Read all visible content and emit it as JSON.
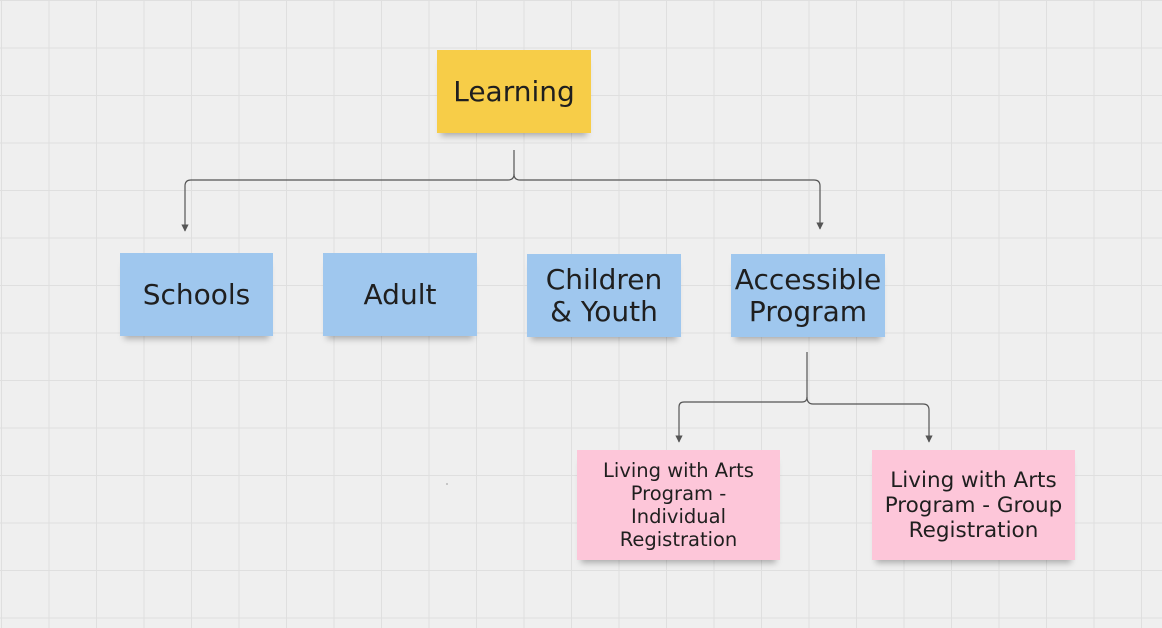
{
  "board": {
    "root": {
      "label": "Learning",
      "color": "#f7cd48"
    },
    "categories": [
      {
        "label": "Schools",
        "color": "#9fc7ee"
      },
      {
        "label": "Adult",
        "color": "#9fc7ee"
      },
      {
        "label": "Children & Youth",
        "color": "#9fc7ee"
      },
      {
        "label": "Accessible Program",
        "color": "#9fc7ee"
      }
    ],
    "programs": [
      {
        "label": "Living with Arts Program - Individual Registration",
        "color": "#fdc6d9"
      },
      {
        "label": "Living with Arts Program - Group Registration",
        "color": "#fdc6d9"
      }
    ],
    "connector_color": "#555555",
    "grid_color": "#dfdfdf",
    "background_color": "#efefef"
  }
}
